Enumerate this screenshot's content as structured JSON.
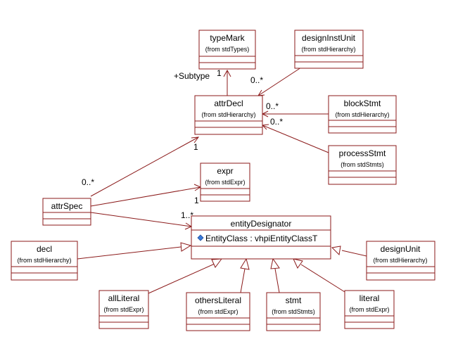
{
  "colors": {
    "line": "#8b1a1a",
    "box_fill": "#ffffff",
    "attr_icon": "#3a7ad9"
  },
  "classes": {
    "typeMark": {
      "name": "typeMark",
      "pkg": "(from stdTypes)"
    },
    "designInstUnit": {
      "name": "designInstUnit",
      "pkg": "(from stdHierarchy)"
    },
    "attrDecl": {
      "name": "attrDecl",
      "pkg": "(from stdHierarchy)"
    },
    "blockStmt": {
      "name": "blockStmt",
      "pkg": "(from stdHierarchy)"
    },
    "processStmt": {
      "name": "processStmt",
      "pkg": "(from stdStmts)"
    },
    "expr": {
      "name": "expr",
      "pkg": "(from stdExpr)"
    },
    "attrSpec": {
      "name": "attrSpec"
    },
    "entityDesignator": {
      "name": "entityDesignator",
      "attribute": "EntityClass : vhpiEntityClassT",
      "attribute_icon": "diamond-icon"
    },
    "decl": {
      "name": "decl",
      "pkg": "(from stdHierarchy)"
    },
    "designUnit": {
      "name": "designUnit",
      "pkg": "(from stdHierarchy)"
    },
    "allLiteral": {
      "name": "allLiteral",
      "pkg": "(from stdExpr)"
    },
    "othersLiteral": {
      "name": "othersLiteral",
      "pkg": "(from stdExpr)"
    },
    "stmt": {
      "name": "stmt",
      "pkg": "(from stdStmts)"
    },
    "literal": {
      "name": "literal",
      "pkg": "(from stdExpr)"
    }
  },
  "labels": {
    "subtype_role": "+Subtype",
    "subtype_mult": "1",
    "designInst_mult": "0..*",
    "block_mult": "0..*",
    "process_mult": "0..*",
    "attrDecl_end_mult": "1",
    "attrSpec_decl_mult": "0..*",
    "expr_mult": "1",
    "entity_mult": "1..*"
  }
}
